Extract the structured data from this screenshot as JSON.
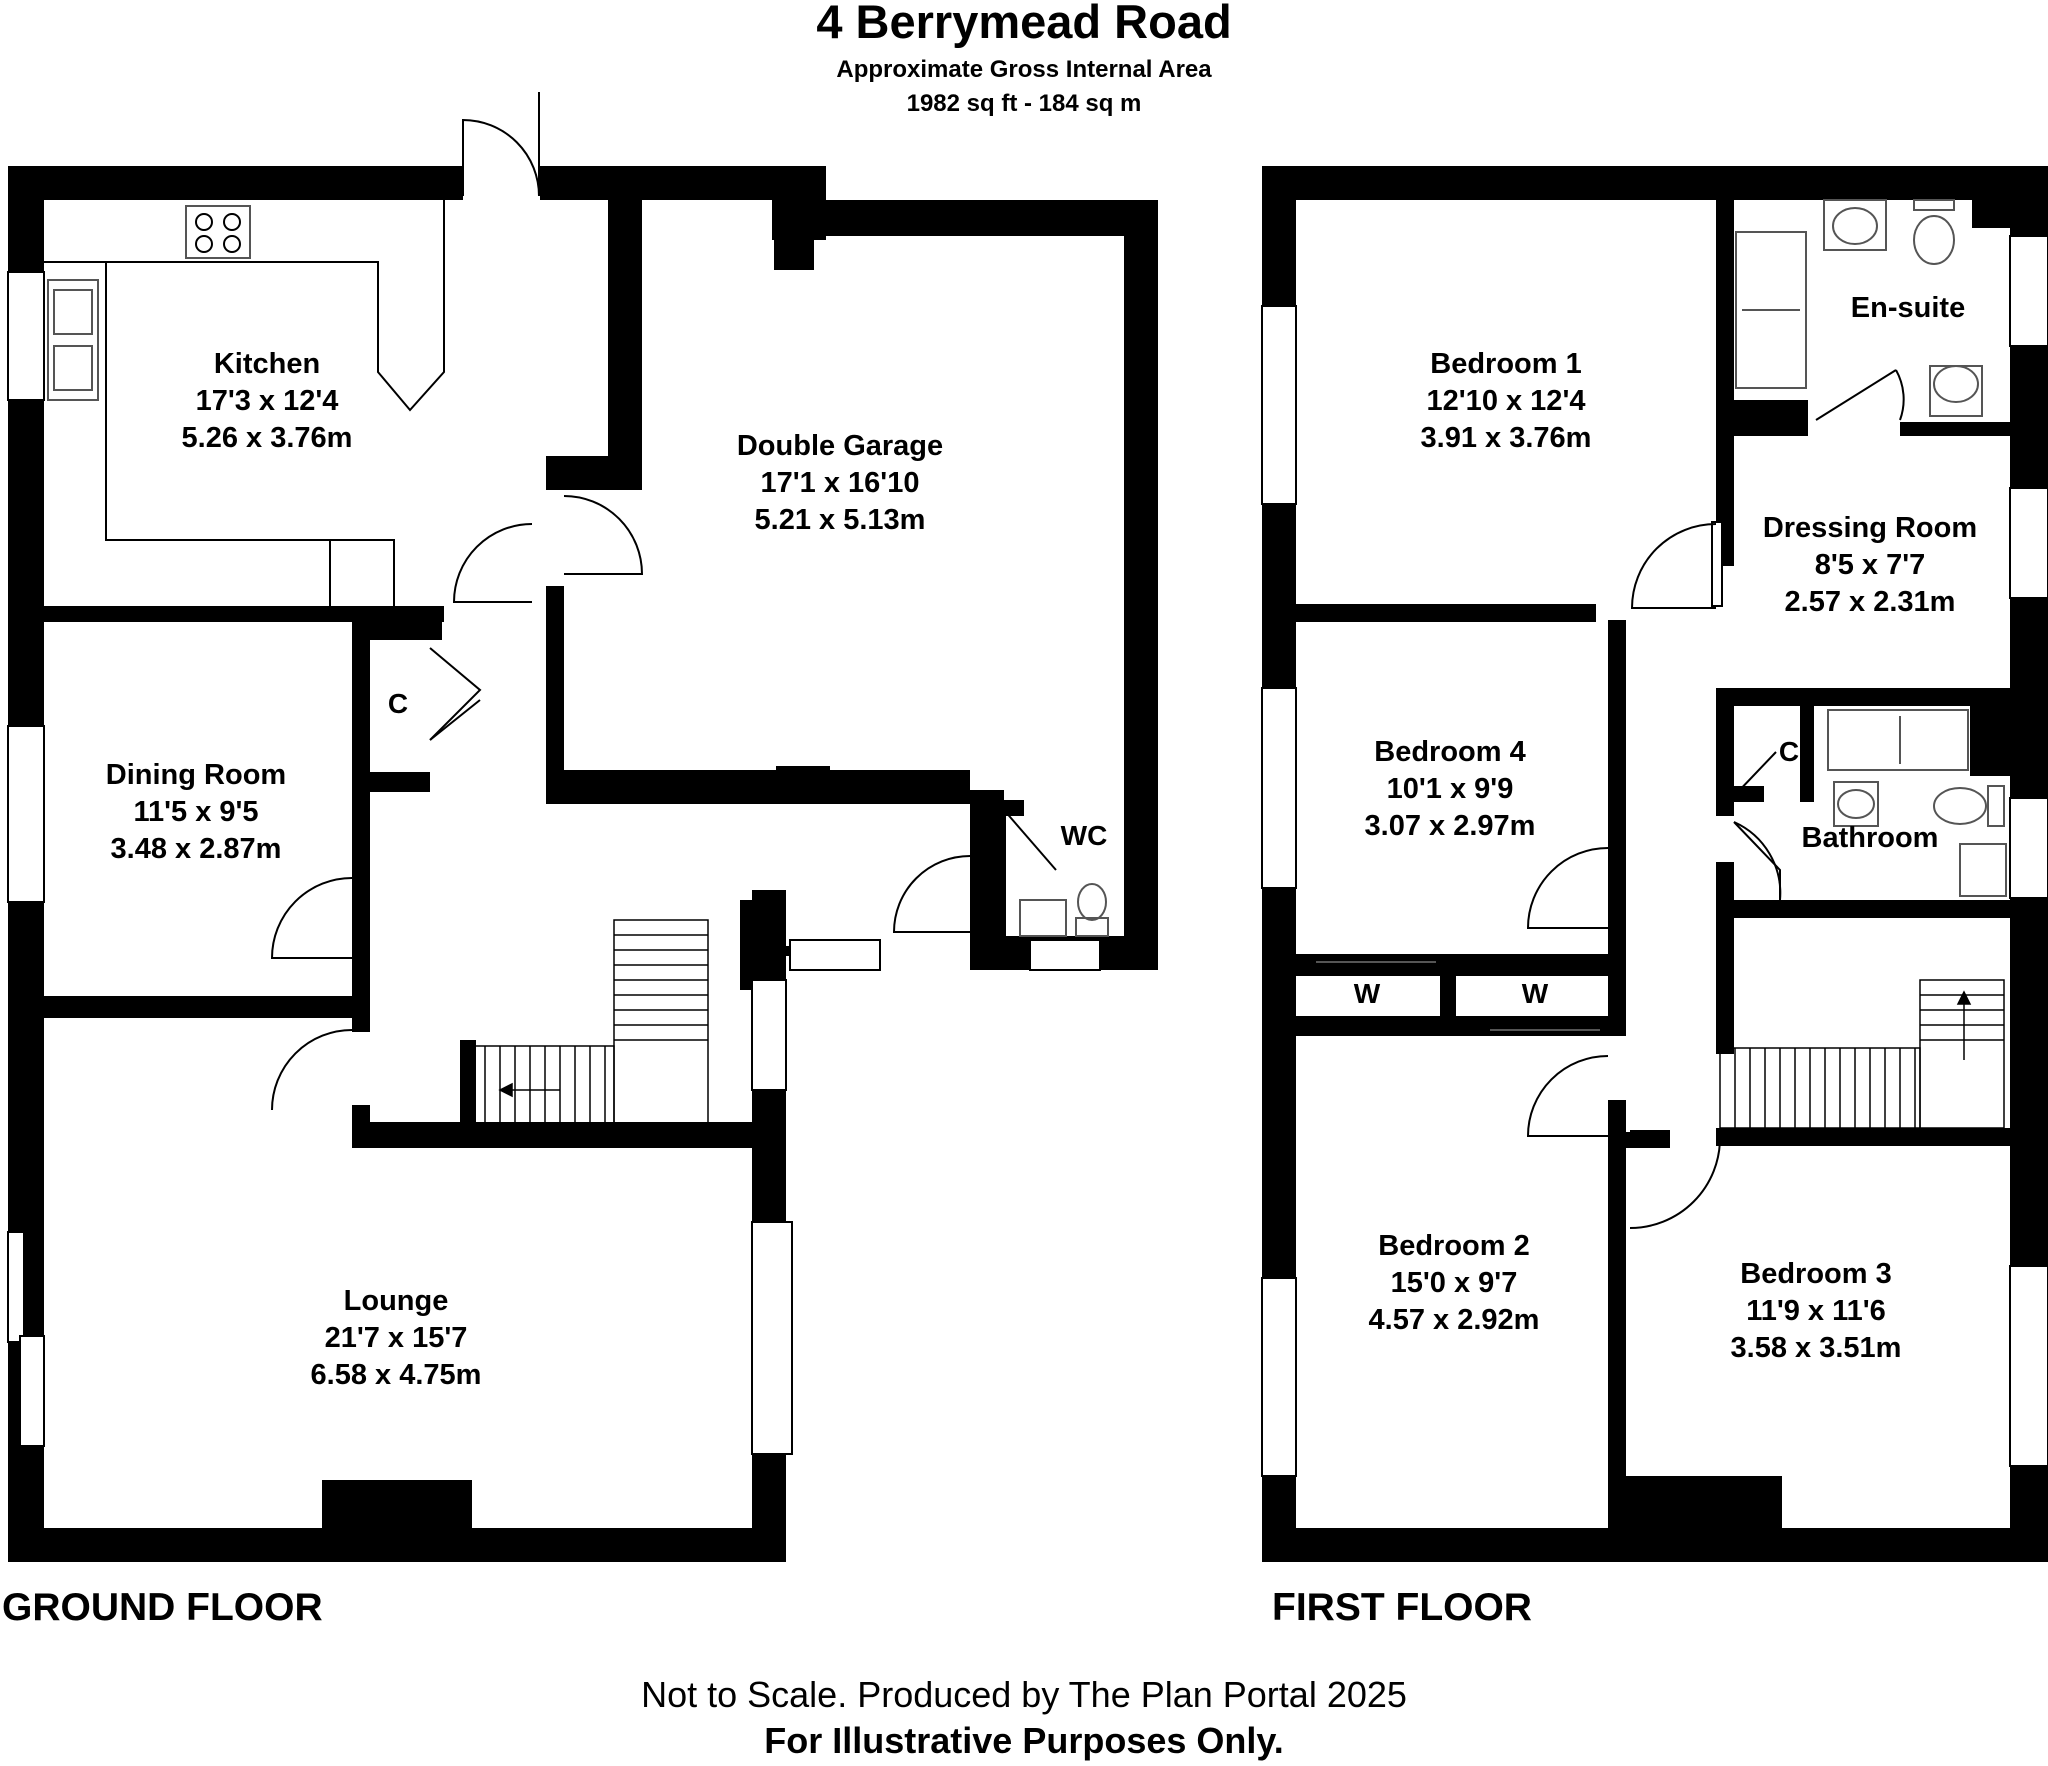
{
  "header": {
    "title": "4 Berrymead Road",
    "area_label": "Approximate Gross Internal Area",
    "area_value": "1982 sq ft - 184 sq m"
  },
  "floors": [
    {
      "label": "GROUND FLOOR",
      "rooms": [
        {
          "name": "Kitchen",
          "imperial": "17'3 x 12'4",
          "metric": "5.26 x 3.76m"
        },
        {
          "name": "Double Garage",
          "imperial": "17'1 x 16'10",
          "metric": "5.21 x 5.13m"
        },
        {
          "name": "Dining Room",
          "imperial": "11'5 x 9'5",
          "metric": "3.48 x 2.87m"
        },
        {
          "name": "Lounge",
          "imperial": "21'7 x 15'7",
          "metric": "6.58 x 4.75m"
        }
      ],
      "small_labels": [
        "C",
        "WC"
      ]
    },
    {
      "label": "FIRST FLOOR",
      "rooms": [
        {
          "name": "Bedroom 1",
          "imperial": "12'10 x 12'4",
          "metric": "3.91 x 3.76m"
        },
        {
          "name": "En-suite",
          "imperial": "",
          "metric": ""
        },
        {
          "name": "Dressing Room",
          "imperial": "8'5 x 7'7",
          "metric": "2.57 x 2.31m"
        },
        {
          "name": "Bedroom 4",
          "imperial": "10'1 x 9'9",
          "metric": "3.07 x 2.97m"
        },
        {
          "name": "Bathroom",
          "imperial": "",
          "metric": ""
        },
        {
          "name": "Bedroom 2",
          "imperial": "15'0 x 9'7",
          "metric": "4.57 x 2.92m"
        },
        {
          "name": "Bedroom 3",
          "imperial": "11'9 x 11'6",
          "metric": "3.58 x 3.51m"
        }
      ],
      "small_labels": [
        "C",
        "W",
        "W"
      ]
    }
  ],
  "footer": {
    "disclaimer": "Not to Scale. Produced by The Plan Portal 2025",
    "notice": "For Illustrative Purposes Only."
  },
  "colors": {
    "wall": "#000000",
    "background": "#ffffff",
    "fixture_stroke": "#555555"
  }
}
